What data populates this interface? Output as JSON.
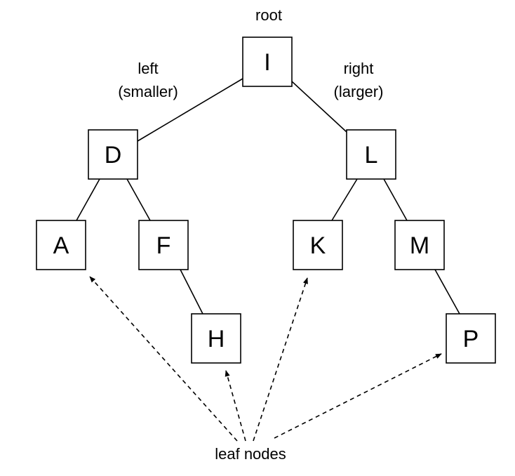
{
  "labels": {
    "root": "root",
    "left_line1": "left",
    "left_line2": "(smaller)",
    "right_line1": "right",
    "right_line2": "(larger)",
    "leaf_nodes": "leaf nodes"
  },
  "nodes": {
    "I": "I",
    "D": "D",
    "L": "L",
    "A": "A",
    "F": "F",
    "K": "K",
    "M": "M",
    "H": "H",
    "P": "P"
  },
  "edges": [
    [
      "I",
      "D"
    ],
    [
      "I",
      "L"
    ],
    [
      "D",
      "A"
    ],
    [
      "D",
      "F"
    ],
    [
      "F",
      "H"
    ],
    [
      "L",
      "K"
    ],
    [
      "L",
      "M"
    ],
    [
      "M",
      "P"
    ]
  ],
  "leaf_pointers": [
    "A",
    "H",
    "K",
    "P"
  ]
}
